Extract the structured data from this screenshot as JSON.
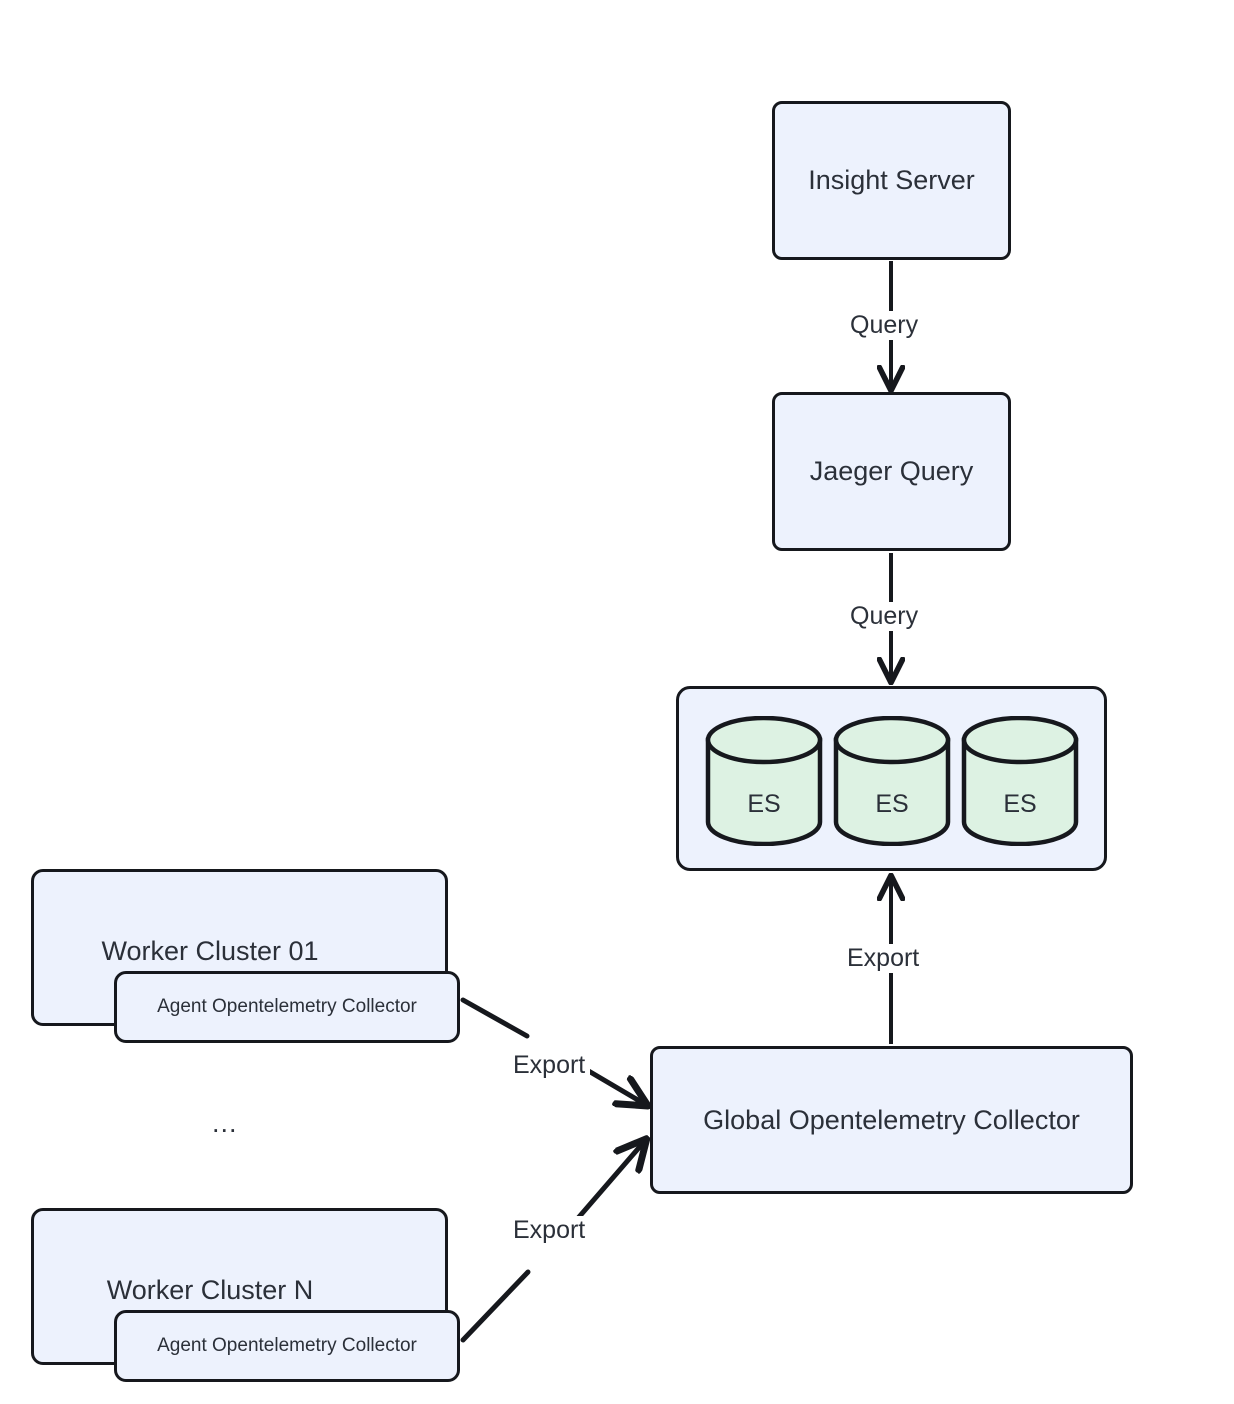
{
  "diagram": {
    "type": "flowchart",
    "direction": "bottom-to-top / top-to-bottom mixed",
    "background": "#ffffff",
    "palette": {
      "node_fill": "#edf2fd",
      "node_stroke": "#16181d",
      "db_fill": "#ddf2e3",
      "text": "#2b3039"
    },
    "nodes": {
      "insight_server": {
        "label": "Insight Server",
        "shape": "rounded-rect"
      },
      "jaeger_query": {
        "label": "Jaeger Query",
        "shape": "rounded-rect"
      },
      "es_group": {
        "label": "",
        "shape": "group",
        "databases": [
          {
            "label": "ES",
            "shape": "cylinder"
          },
          {
            "label": "ES",
            "shape": "cylinder"
          },
          {
            "label": "ES",
            "shape": "cylinder"
          }
        ]
      },
      "global_collector": {
        "label": "Global Opentelemetry Collector",
        "shape": "rounded-rect"
      },
      "worker_clusters": [
        {
          "title": "Worker Cluster 01",
          "agent": {
            "label": "Agent Opentelemetry Collector",
            "shape": "rounded-rect"
          }
        },
        {
          "title": "Worker Cluster N",
          "agent": {
            "label": "Agent Opentelemetry Collector",
            "shape": "rounded-rect"
          }
        }
      ],
      "ellipsis": "..."
    },
    "edges": [
      {
        "from": "insight_server",
        "to": "jaeger_query",
        "label": "Query",
        "arrow": "down"
      },
      {
        "from": "jaeger_query",
        "to": "es_group",
        "label": "Query",
        "arrow": "down"
      },
      {
        "from": "global_collector",
        "to": "es_group",
        "label": "Export",
        "arrow": "up"
      },
      {
        "from": "worker_clusters.0.agent",
        "to": "global_collector",
        "label": "Export",
        "arrow": "down-right"
      },
      {
        "from": "worker_clusters.1.agent",
        "to": "global_collector",
        "label": "Export",
        "arrow": "up-right"
      }
    ]
  }
}
